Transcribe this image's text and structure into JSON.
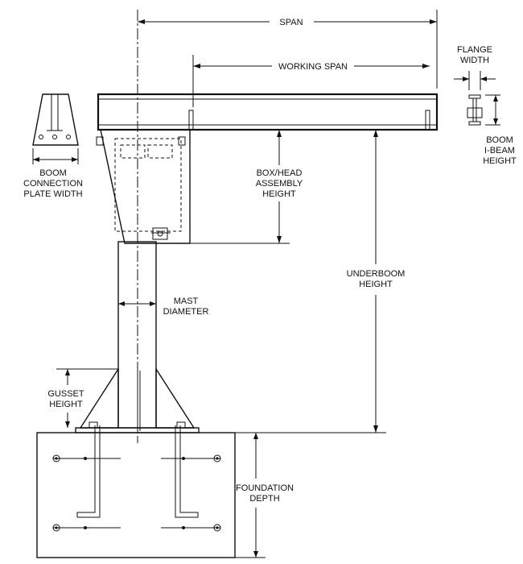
{
  "labels": {
    "span": "SPAN",
    "working_span": "WORKING SPAN",
    "flange_width": [
      "FLANGE",
      "WIDTH"
    ],
    "boom_ibeam_height": [
      "BOOM",
      "I-BEAM",
      "HEIGHT"
    ],
    "boom_connection_plate_width": [
      "BOOM",
      "CONNECTION",
      "PLATE WIDTH"
    ],
    "box_head_assembly_height": [
      "BOX/HEAD",
      "ASSEMBLY",
      "HEIGHT"
    ],
    "underboom_height": [
      "UNDERBOOM",
      "HEIGHT"
    ],
    "mast_diameter": [
      "MAST",
      "DIAMETER"
    ],
    "gusset_height": [
      "GUSSET",
      "HEIGHT"
    ],
    "foundation_depth": [
      "FOUNDATION",
      "DEPTH"
    ]
  }
}
